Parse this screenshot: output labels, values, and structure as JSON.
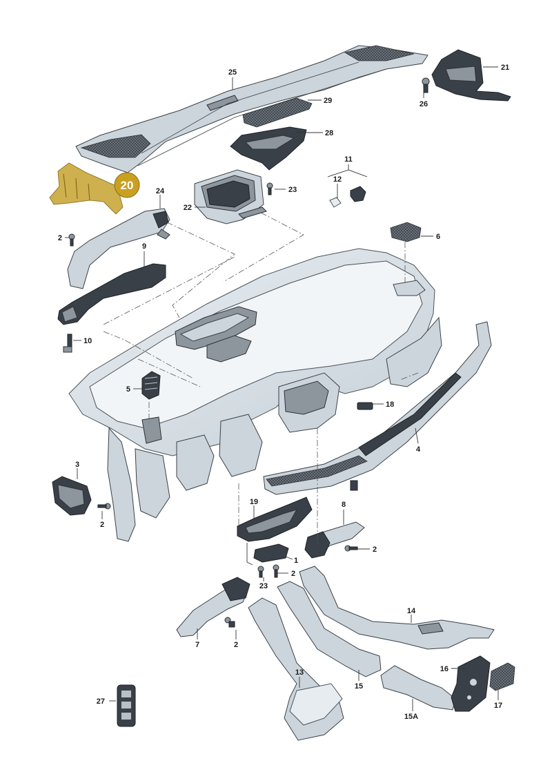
{
  "highlight": {
    "label": "20",
    "color": "#c9a020"
  },
  "callouts": [
    {
      "id": "c25",
      "text": "25"
    },
    {
      "id": "c29",
      "text": "29"
    },
    {
      "id": "c28",
      "text": "28"
    },
    {
      "id": "c21",
      "text": "21"
    },
    {
      "id": "c26",
      "text": "26"
    },
    {
      "id": "c11",
      "text": "11"
    },
    {
      "id": "c12",
      "text": "12"
    },
    {
      "id": "c23a",
      "text": "23"
    },
    {
      "id": "c22",
      "text": "22"
    },
    {
      "id": "c24",
      "text": "24"
    },
    {
      "id": "c2a",
      "text": "2"
    },
    {
      "id": "c9",
      "text": "9"
    },
    {
      "id": "c6",
      "text": "6"
    },
    {
      "id": "c10",
      "text": "10"
    },
    {
      "id": "c5",
      "text": "5"
    },
    {
      "id": "c18",
      "text": "18"
    },
    {
      "id": "c4",
      "text": "4"
    },
    {
      "id": "c3",
      "text": "3"
    },
    {
      "id": "c2b",
      "text": "2"
    },
    {
      "id": "c19",
      "text": "19"
    },
    {
      "id": "c8",
      "text": "8"
    },
    {
      "id": "c2c",
      "text": "2"
    },
    {
      "id": "c1",
      "text": "1"
    },
    {
      "id": "c2d",
      "text": "2"
    },
    {
      "id": "c23b",
      "text": "23"
    },
    {
      "id": "c14",
      "text": "14"
    },
    {
      "id": "c7",
      "text": "7"
    },
    {
      "id": "c2e",
      "text": "2"
    },
    {
      "id": "c13",
      "text": "13"
    },
    {
      "id": "c15",
      "text": "15"
    },
    {
      "id": "c16",
      "text": "16"
    },
    {
      "id": "c27",
      "text": "27"
    },
    {
      "id": "c15a",
      "text": "15A"
    },
    {
      "id": "c17",
      "text": "17"
    }
  ]
}
